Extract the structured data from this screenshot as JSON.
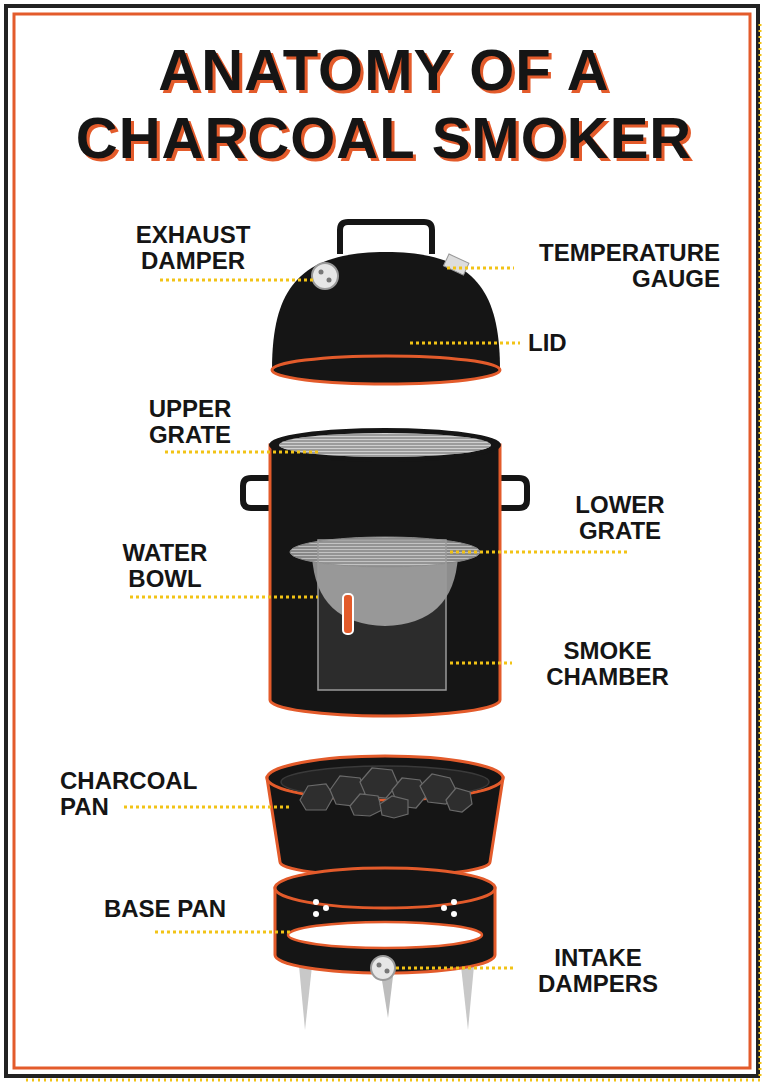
{
  "diagram": {
    "title": "ANATOMY OF A CHARCOAL SMOKER",
    "labels": [
      "EXHAUST DAMPER",
      "TEMPERATURE GAUGE",
      "LID",
      "UPPER GRATE",
      "LOWER GRATE",
      "WATER BOWL",
      "SMOKE CHAMBER",
      "CHARCOAL PAN",
      "BASE PAN",
      "INTAKE DAMPERS"
    ]
  }
}
